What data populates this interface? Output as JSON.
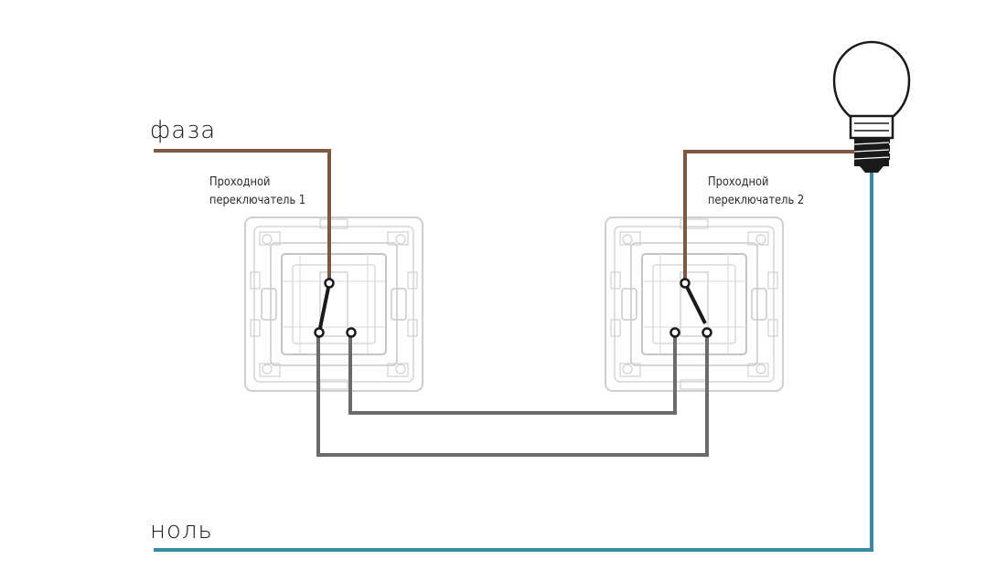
{
  "labels": {
    "phase": "фаза",
    "neutral": "ноль",
    "switch1_line1": "Проходной",
    "switch1_line2": "переключатель 1",
    "switch2_line1": "Проходной",
    "switch2_line2": "переключатель 2"
  },
  "colors": {
    "phase_wire": "#7d5a3f",
    "neutral_wire": "#3a8aa3",
    "traveler_wire": "#6b6b6b",
    "switch_outline": "#c8c8c8",
    "contact": "#1a1a1a"
  },
  "icons": {
    "lamp": "light-bulb-icon",
    "switch": "two-way-switch-icon"
  }
}
